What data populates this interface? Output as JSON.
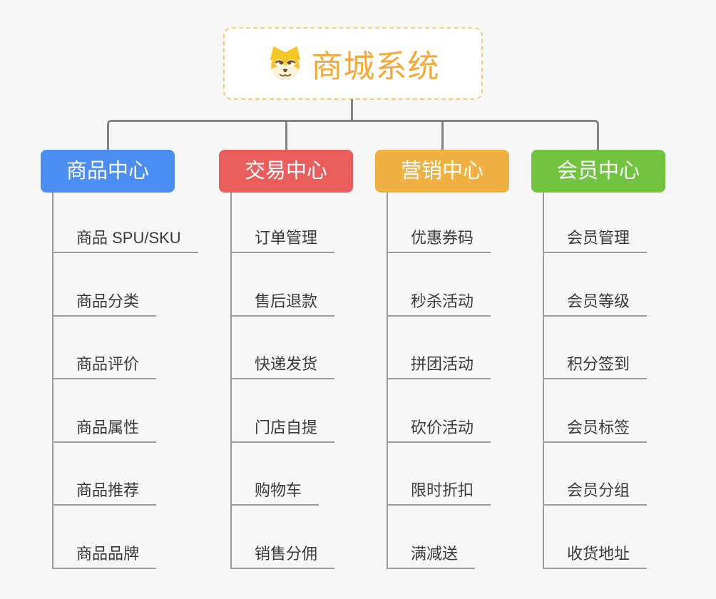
{
  "page": {
    "background_color": "#f7f7f7",
    "connector_color": "#848484",
    "child_line_color": "#9c9c9c",
    "item_text_color": "#3a3a3a"
  },
  "root": {
    "title": "商城系统",
    "icon": "shiba-dog-icon",
    "title_color": "#f2a93c",
    "border_color": "#f6ca75",
    "background_color": "#ffffff",
    "icon_colors": {
      "fur": "#f6c628",
      "muzzle": "#fcf3dd",
      "features": "#7a4f21"
    }
  },
  "branches": [
    {
      "label": "商品中心",
      "color": "#4b8df0",
      "items": [
        "商品 SPU/SKU",
        "商品分类",
        "商品评价",
        "商品属性",
        "商品推荐",
        "商品品牌"
      ]
    },
    {
      "label": "交易中心",
      "color": "#e95d5d",
      "items": [
        "订单管理",
        "售后退款",
        "快递发货",
        "门店自提",
        "购物车",
        "销售分佣"
      ]
    },
    {
      "label": "营销中心",
      "color": "#efb242",
      "items": [
        "优惠券码",
        "秒杀活动",
        "拼团活动",
        "砍价活动",
        "限时折扣",
        "满减送"
      ]
    },
    {
      "label": "会员中心",
      "color": "#71c340",
      "items": [
        "会员管理",
        "会员等级",
        "积分签到",
        "会员标签",
        "会员分组",
        "收货地址"
      ]
    }
  ]
}
